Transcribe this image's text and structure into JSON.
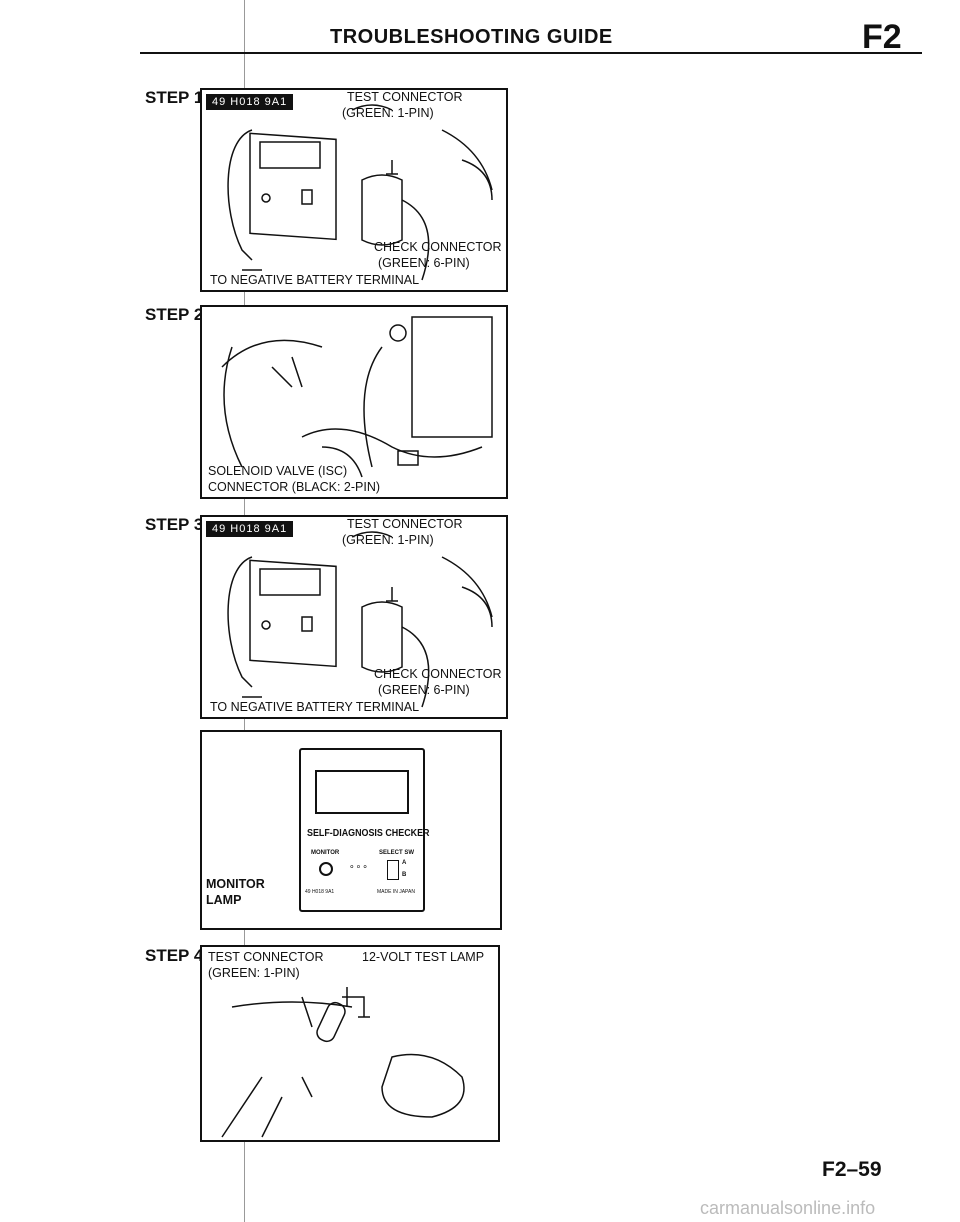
{
  "header": {
    "title": "TROUBLESHOOTING GUIDE",
    "section": "F2"
  },
  "steps": [
    {
      "label": "STEP 1",
      "tool_tag": "49 H018 9A1",
      "callouts": [
        "TEST CONNECTOR",
        "(GREEN: 1-PIN)",
        "CHECK CONNECTOR",
        "(GREEN: 6-PIN)",
        "TO NEGATIVE BATTERY TERMINAL"
      ]
    },
    {
      "label": "STEP 2",
      "callouts": [
        "SOLENOID VALVE (ISC)",
        "CONNECTOR (BLACK: 2-PIN)"
      ]
    },
    {
      "label": "STEP 3",
      "tool_tag": "49 H018 9A1",
      "callouts": [
        "TEST CONNECTOR",
        "(GREEN: 1-PIN)",
        "CHECK CONNECTOR",
        "(GREEN: 6-PIN)",
        "TO NEGATIVE BATTERY TERMINAL"
      ]
    },
    {
      "label": "STEP 4",
      "callouts": [
        "TEST CONNECTOR",
        "(GREEN: 1-PIN)",
        "12-VOLT TEST LAMP"
      ]
    }
  ],
  "checker": {
    "name": "SELF-DIAGNOSIS CHECKER",
    "monitor": "MONITOR",
    "select": "SELECT SW",
    "a": "A",
    "b": "B",
    "model": "49 H018 9A1",
    "made": "MADE IN JAPAN",
    "callout1": "MONITOR",
    "callout2": "LAMP"
  },
  "footer": {
    "page": "F2–59",
    "watermark": "carmanualsonline.info"
  }
}
